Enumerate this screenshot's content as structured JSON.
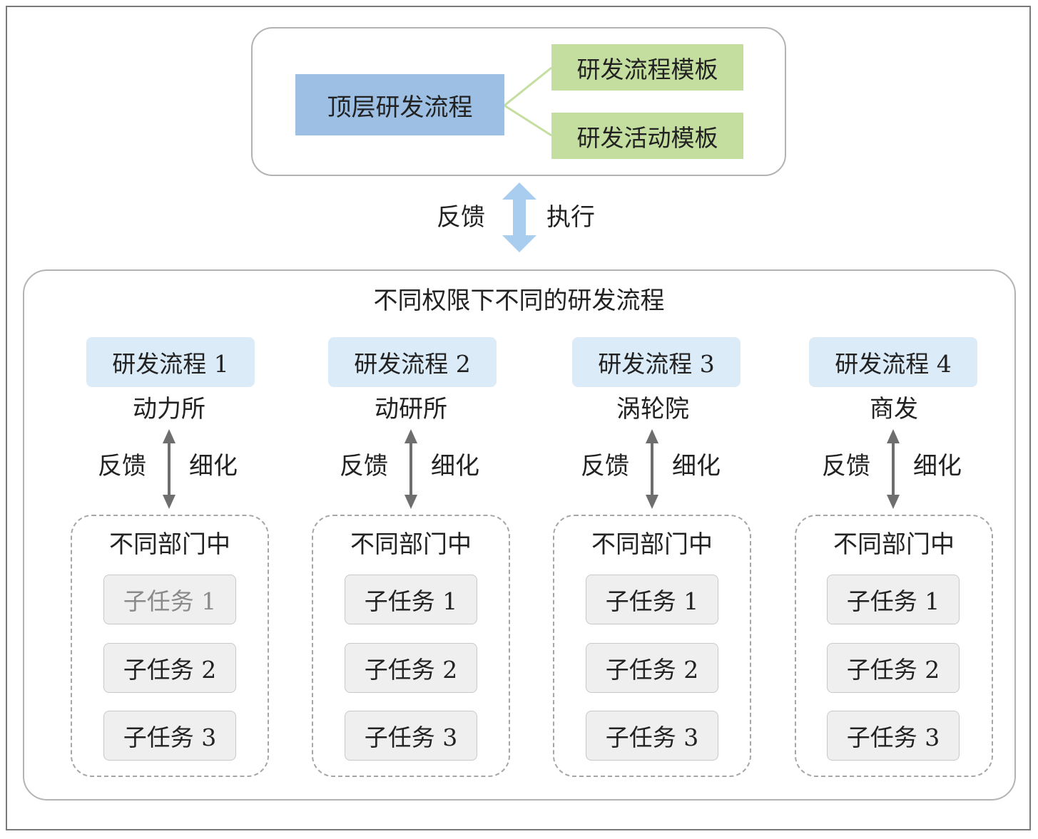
{
  "top": {
    "main": "顶层研发流程",
    "templates": [
      "研发流程模板",
      "研发活动模板"
    ]
  },
  "link": {
    "left": "反馈",
    "right": "执行"
  },
  "bottom": {
    "title": "不同权限下不同的研发流程",
    "columns": [
      {
        "process": "研发流程 1",
        "org": "动力所",
        "left": "反馈",
        "right": "细化",
        "dept": "不同部门中",
        "tasks": [
          "子任务 1",
          "子任务 2",
          "子任务 3"
        ]
      },
      {
        "process": "研发流程 2",
        "org": "动研所",
        "left": "反馈",
        "right": "细化",
        "dept": "不同部门中",
        "tasks": [
          "子任务 1",
          "子任务 2",
          "子任务 3"
        ]
      },
      {
        "process": "研发流程 3",
        "org": "涡轮院",
        "left": "反馈",
        "right": "细化",
        "dept": "不同部门中",
        "tasks": [
          "子任务 1",
          "子任务 2",
          "子任务 3"
        ]
      },
      {
        "process": "研发流程 4",
        "org": "商发",
        "left": "反馈",
        "right": "细化",
        "dept": "不同部门中",
        "tasks": [
          "子任务 1",
          "子任务 2",
          "子任务 3"
        ]
      }
    ]
  },
  "colors": {
    "top_main": "#9dbfe4",
    "template": "#c4dea0",
    "process": "#dcebf8",
    "task": "#efeff0",
    "double_arrow": "#a9cdee",
    "small_arrow": "#6e6e6e"
  }
}
